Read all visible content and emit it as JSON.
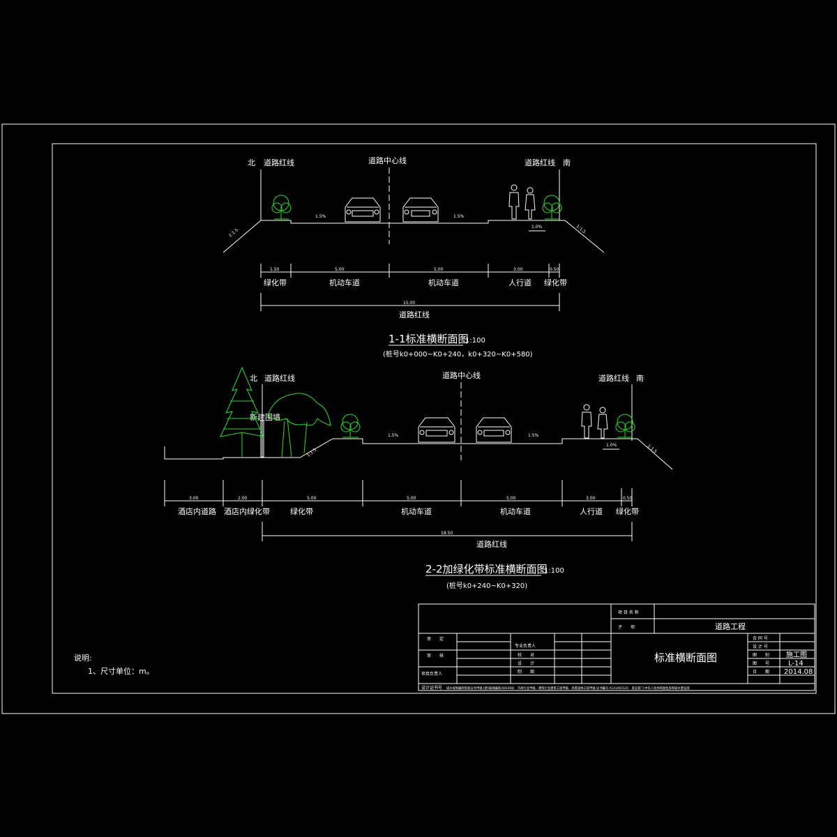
{
  "notes": {
    "heading": "说明:",
    "item1": "1、尺寸单位：m。"
  },
  "sec1": {
    "north": "北",
    "south": "南",
    "red_line_left": "道路红线",
    "red_line_right": "道路红线",
    "center_line": "道路中心线",
    "slope_left": "1:1.5",
    "slope_right": "1:1.5",
    "grade_left": "1.5%",
    "grade_right": "1.5%",
    "grade_walk": "1.0%",
    "segments": [
      {
        "width": "1.50",
        "label": "绿化带"
      },
      {
        "width": "5.00",
        "label": "机动车道"
      },
      {
        "width": "5.00",
        "label": "机动车道"
      },
      {
        "width": "3.00",
        "label": "人行道"
      },
      {
        "width": "0.50",
        "label": "绿化带"
      }
    ],
    "total_width": "15.00",
    "total_label": "道路红线",
    "title": "1-1标准横断面图",
    "scale": "1:100",
    "stake": "(桩号k0+000~K0+240，k0+320~K0+580)"
  },
  "sec2": {
    "north": "北",
    "south": "南",
    "red_line_left": "道路红线",
    "red_line_right": "道路红线",
    "center_line": "道路中心线",
    "wall_label": "新建围墙",
    "slope_left": "1:1.5",
    "slope_right": "1:1.5",
    "grade_left": "1.5%",
    "grade_right": "1.5%",
    "grade_walk": "1.0%",
    "outer_segments": [
      {
        "width": "3.00",
        "label": "酒店内道路"
      },
      {
        "width": "2.00",
        "label": "酒店内绿化带"
      }
    ],
    "segments": [
      {
        "width": "5.00",
        "label": "绿化带"
      },
      {
        "width": "5.00",
        "label": "机动车道"
      },
      {
        "width": "5.00",
        "label": "机动车道"
      },
      {
        "width": "3.00",
        "label": "人行道"
      },
      {
        "width": "0.50",
        "label": "绿化带"
      }
    ],
    "total_width": "18.50",
    "total_label": "道路红线",
    "title": "2-2加绿化带标准横断面图",
    "scale": "1:100",
    "stake": "(桩号k0+240~K0+320)"
  },
  "title_block": {
    "project_name_label": "项 目 名 称",
    "sub_item_label": "子　　项",
    "sub_item_value": "道路工程",
    "approve": "审　　定",
    "review": "审　　核",
    "project_lead": "项目负责人",
    "specialty_lead": "专业负责人",
    "check": "校　　对",
    "design": "设　　计",
    "draw": "制　　图",
    "drawing_title": "标准横断面图",
    "contract_no_label": "合 同 号",
    "design_no_label": "设 计 号",
    "drawing_type_label": "图　　别",
    "drawing_type_value": "施工图",
    "drawing_no_label": "图　　号",
    "drawing_no_value": "L-14",
    "date_label": "日　　期",
    "date_value": "2014.08",
    "cert_label": "设计证书号",
    "cert_text": "城乡规划编制资质证书甲级:[建]城规编第(081068)　市政行业甲级、建筑行业建筑工程甲级、风景园林工程甲级:证书编号 A141065525　发证部门:中华人民共和国住房和城乡建设部"
  },
  "colors": {
    "line": "#ffffff",
    "tree": "#19e619",
    "background": "#000000"
  }
}
